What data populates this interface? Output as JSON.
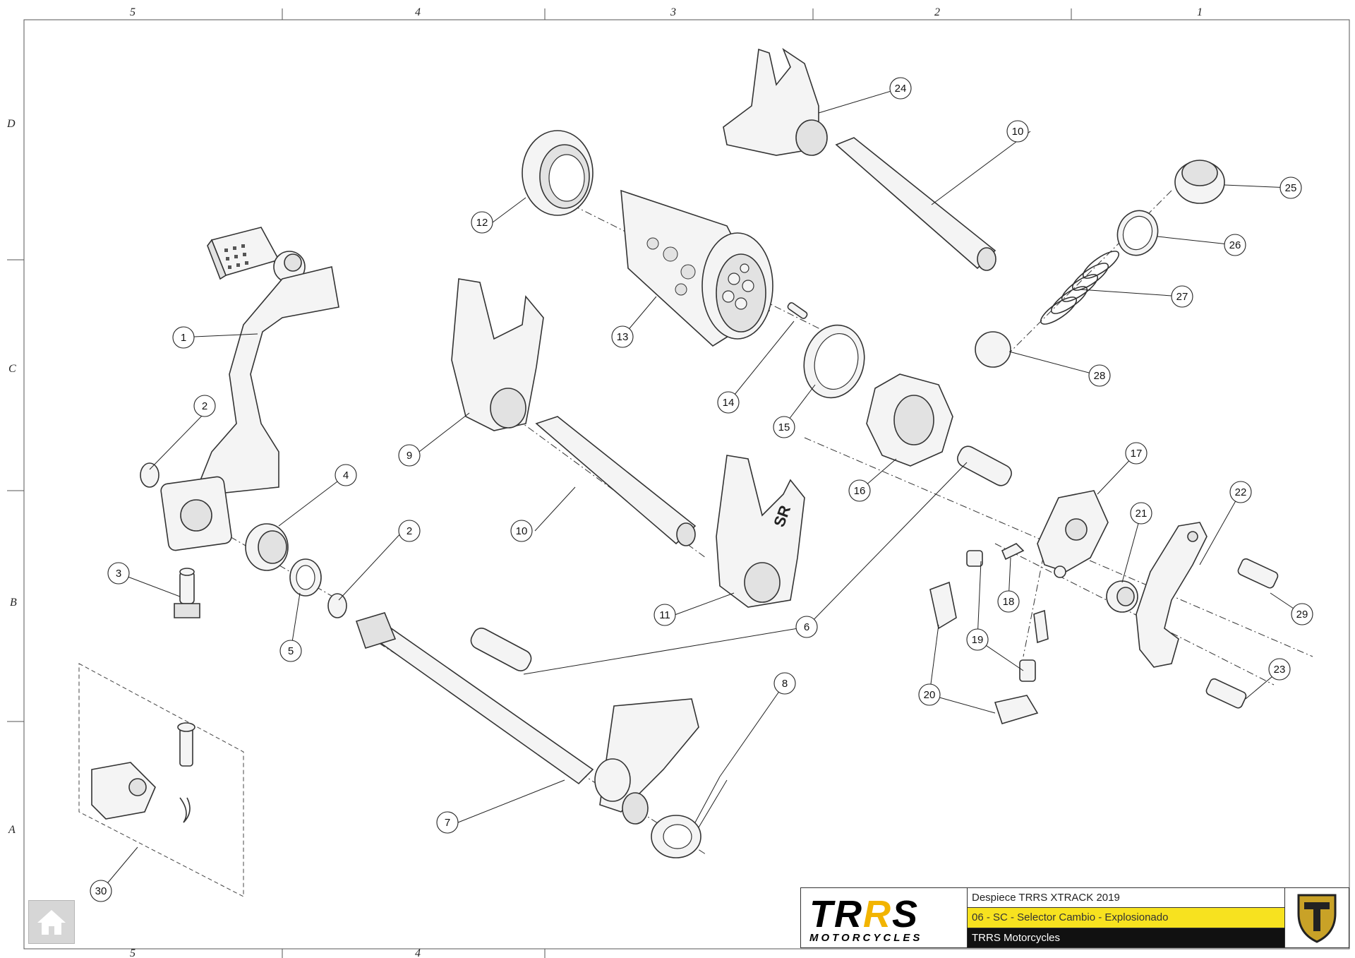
{
  "grid": {
    "columns": [
      "5",
      "4",
      "3",
      "2",
      "1"
    ],
    "rows": [
      "D",
      "C",
      "B",
      "A"
    ],
    "bottom_columns": [
      "5",
      "4"
    ]
  },
  "callouts": [
    "1",
    "2",
    "2",
    "3",
    "4",
    "5",
    "6",
    "7",
    "8",
    "9",
    "10",
    "10",
    "11",
    "12",
    "13",
    "14",
    "15",
    "16",
    "17",
    "18",
    "19",
    "20",
    "21",
    "22",
    "23",
    "24",
    "25",
    "26",
    "27",
    "28",
    "29",
    "30"
  ],
  "part_marking": "SR",
  "title_block": {
    "logo_text_left": "TR",
    "logo_text_accent": "R",
    "logo_text_right": "S",
    "logo_subtitle": "MOTORCYCLES",
    "row1": "Despiece TRRS XTRACK 2019",
    "row2": "06 - SC - Selector Cambio - Explosionado",
    "row3": "TRRS Motorcycles"
  },
  "colors": {
    "highlight_yellow": "#f7e21f",
    "emblem_gold": "#c9a227",
    "home_button_gray": "#d6d6d6"
  },
  "icons": {
    "home": "home-icon",
    "emblem": "shield-t-icon"
  }
}
